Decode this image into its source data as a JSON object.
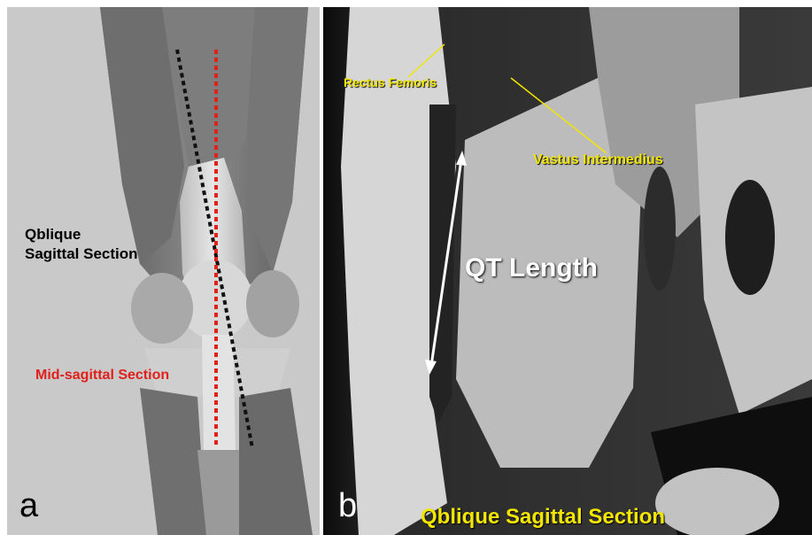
{
  "panel_a": {
    "letter": "a",
    "oblique_label_line1": "Qblique",
    "oblique_label_line2": "Sagittal Section",
    "mid_sagittal_label": "Mid-sagittal Section",
    "colors": {
      "oblique_line": "#111111",
      "mid_sagittal_line": "#e0201b",
      "background": "#c9c9c9"
    }
  },
  "panel_b": {
    "letter": "b",
    "rectus_femoris_label": "Rectus Femoris",
    "vastus_intermedius_label": "Vastus Intermedius",
    "qt_length_label": "QT Length",
    "bottom_caption": "Qblique Sagittal Section",
    "colors": {
      "label_yellow": "#f2e600",
      "arrow": "#ffffff"
    }
  },
  "icons": [
    "knee-muscle-illustration",
    "mri-knee-scan"
  ]
}
